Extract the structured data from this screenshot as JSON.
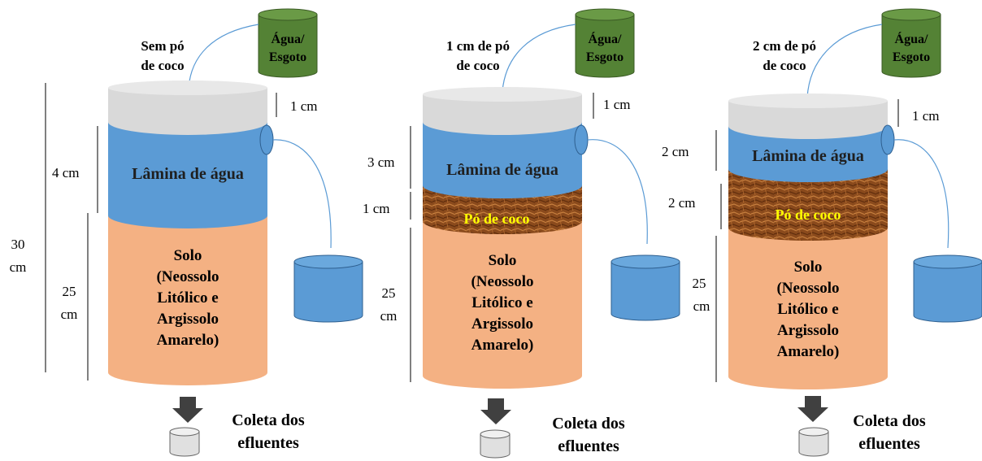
{
  "columns": [
    {
      "title": [
        "Sem pó",
        "de coco"
      ],
      "tank_label": [
        "Água/",
        "Esgoto"
      ],
      "top_dim": "1 cm",
      "water_dim": "4 cm",
      "water_label": "Lâmina de água",
      "coir_label": "",
      "coir_dim": "",
      "soil_dim": [
        "25",
        "cm"
      ],
      "total_dim": [
        "30",
        "cm"
      ],
      "soil_label": [
        "Solo",
        "(Neossolo",
        "Litólico e",
        "Argissolo",
        "Amarelo)"
      ],
      "collect_label": [
        "Coleta dos",
        "efluentes"
      ]
    },
    {
      "title": [
        "1 cm de pó",
        "de coco"
      ],
      "tank_label": [
        "Água/",
        "Esgoto"
      ],
      "top_dim": "1 cm",
      "water_dim": "3 cm",
      "water_label": "Lâmina de água",
      "coir_label": "Pó de coco",
      "coir_dim": "1 cm",
      "soil_dim": [
        "25",
        "cm"
      ],
      "total_dim": [
        "",
        ""
      ],
      "soil_label": [
        "Solo",
        "(Neossolo",
        "Litólico e",
        "Argissolo",
        "Amarelo)"
      ],
      "collect_label": [
        "Coleta dos",
        "efluentes"
      ]
    },
    {
      "title": [
        "2 cm de pó",
        "de coco"
      ],
      "tank_label": [
        "Água/",
        "Esgoto"
      ],
      "top_dim": "1 cm",
      "water_dim": "2 cm",
      "water_label": "Lâmina de água",
      "coir_label": "Pó de coco",
      "coir_dim": "2 cm",
      "soil_dim": [
        "25",
        "cm"
      ],
      "total_dim": [
        "",
        ""
      ],
      "soil_label": [
        "Solo",
        "(Neossolo",
        "Litólico e",
        "Argissolo",
        "Amarelo)"
      ],
      "collect_label": [
        "Coleta dos",
        "efluentes"
      ]
    }
  ],
  "colors": {
    "top": "#d9d9d9",
    "water": "#5b9bd5",
    "coir": "#8a4a1c",
    "coir_label": "#ffff00",
    "soil": "#f4b183",
    "tank": "#548235",
    "bucket": "#5b9bd5",
    "cup": "#e0e0e0",
    "arrow": "#404040",
    "line": "#5b9bd5"
  }
}
